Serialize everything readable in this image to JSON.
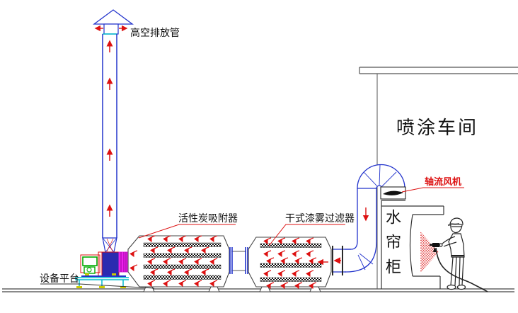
{
  "diagram": {
    "labels": {
      "stack": "高空排放管",
      "platform": "设备平台",
      "carbon_adsorber": "活性炭吸附器",
      "dry_filter": "干式漆雾过滤器",
      "workshop": "喷涂车间",
      "axial_fan": "轴流风机",
      "water_curtain": "水帘柜"
    },
    "colors": {
      "duct_blue": "#2233cc",
      "flow_red": "#dd1111",
      "outline_gray": "#444444",
      "motor_green": "#00aa00",
      "connector_magenta": "#dd22dd",
      "platform_cyan": "#00bbcc",
      "feet_yellow": "#cccc00"
    }
  }
}
